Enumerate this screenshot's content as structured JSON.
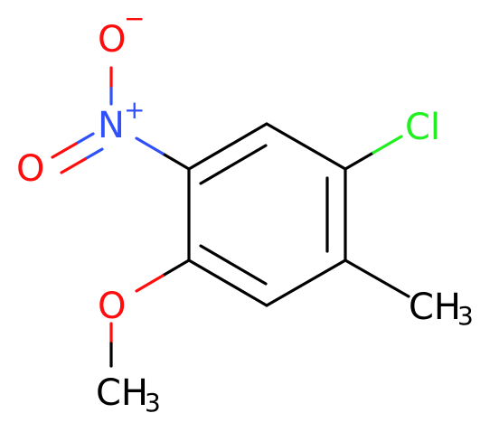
{
  "molecule": {
    "atoms": {
      "cl": {
        "text": "Cl",
        "color": "#1ff01f"
      },
      "n": {
        "text": "N",
        "charge": "+",
        "color": "#3050f8"
      },
      "o_top": {
        "text": "O",
        "charge": "−",
        "color": "#ff0d0d"
      },
      "o_left": {
        "text": "O",
        "color": "#ff0d0d"
      },
      "o_methoxy": {
        "text": "O",
        "color": "#ff0d0d"
      },
      "ch3_right": {
        "text": "CH",
        "sub": "3",
        "color": "#000000"
      },
      "ch3_bottom": {
        "text": "CH",
        "sub": "3",
        "color": "#000000"
      }
    }
  }
}
